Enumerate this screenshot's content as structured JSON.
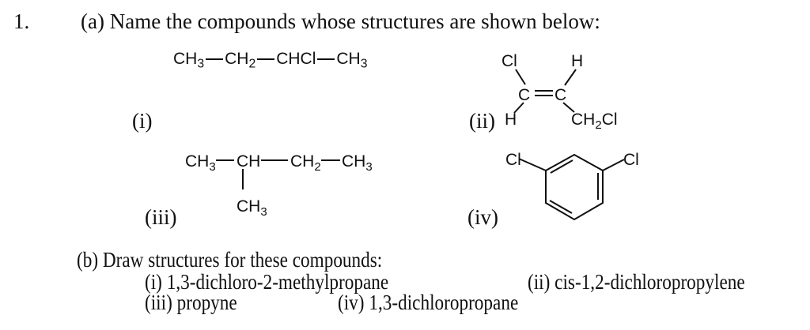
{
  "question": {
    "number": "1.",
    "part_a": {
      "prompt": "(a) Name the compounds whose structures are shown below:",
      "structures": [
        {
          "label": "(i)",
          "formula_groups": [
            "CH3",
            "CH2",
            "CHCl",
            "CH3"
          ],
          "display": "CH3—CH2—CHCl—CH3"
        },
        {
          "label": "(ii)",
          "atoms": {
            "top_left": "Cl",
            "top_right": "H",
            "bottom_left": "H",
            "bottom_right": "CH2Cl",
            "c1": "C",
            "c2": "C"
          },
          "bond": "C=C"
        },
        {
          "label": "(iii)",
          "formula_groups": [
            "CH3",
            "CH",
            "CH2",
            "CH3"
          ],
          "branch": "CH3",
          "display": "CH3—CH(CH3)—CH2—CH3"
        },
        {
          "label": "(iv)",
          "substituents": [
            "Cl",
            "Cl"
          ],
          "ring": "benzene (1,3-substituted)"
        }
      ]
    },
    "part_b": {
      "prompt": "(b) Draw structures for these compounds:",
      "items": [
        "(i) 1,3-dichloro-2-methylpropane",
        "(ii) cis-1,2-dichloropropylene",
        "(iii) propyne",
        "(iv) 1,3-dichloropropane"
      ]
    }
  }
}
